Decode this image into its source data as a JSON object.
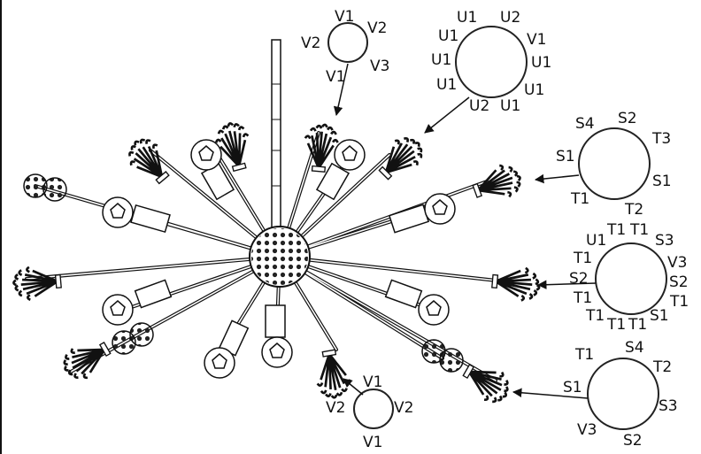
{
  "diagram": {
    "callouts": [
      {
        "id": "a",
        "labels": [
          "V1",
          "V2",
          "V2",
          "V3",
          "V1"
        ]
      },
      {
        "id": "b",
        "labels": [
          "U1",
          "U2",
          "U1",
          "V1",
          "U1",
          "U1",
          "U1",
          "U1",
          "U2",
          "U1"
        ]
      },
      {
        "id": "c",
        "labels": [
          "S4",
          "S2",
          "T3",
          "S1",
          "S1",
          "T1",
          "T2"
        ]
      },
      {
        "id": "d",
        "labels": [
          "U1",
          "T1",
          "T1",
          "S3",
          "T1",
          "V3",
          "S2",
          "S2",
          "T1",
          "T1",
          "T1",
          "T1",
          "T1",
          "S1"
        ]
      },
      {
        "id": "e",
        "labels": [
          "T1",
          "S4",
          "T2",
          "S1",
          "S3",
          "V3",
          "S2"
        ]
      },
      {
        "id": "f",
        "labels": [
          "V1",
          "V2",
          "V2",
          "V1"
        ]
      }
    ]
  }
}
